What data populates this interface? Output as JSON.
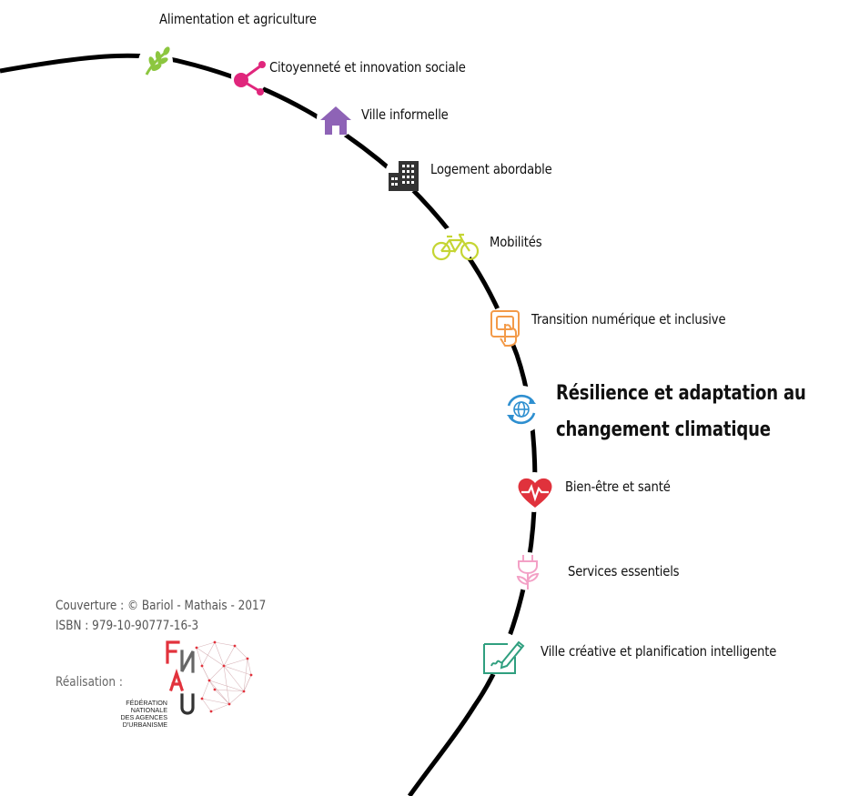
{
  "topics": [
    {
      "label": "Alimentation et agriculture",
      "icon": "sprout-icon",
      "color": "#8cc63f"
    },
    {
      "label": "Citoyenneté et innovation sociale",
      "icon": "share-network-icon",
      "color": "#e0267c"
    },
    {
      "label": "Ville informelle",
      "icon": "house-icon",
      "color": "#8e63b6"
    },
    {
      "label": "Logement abordable",
      "icon": "building-icon",
      "color": "#333333"
    },
    {
      "label": "Mobilités",
      "icon": "bicycle-icon",
      "color": "#c5d533"
    },
    {
      "label": "Transition numérique et inclusive",
      "icon": "touchscreen-icon",
      "color": "#f39a48"
    },
    {
      "label": "Résilience et adaptation au",
      "label2": "changement climatique",
      "icon": "globe-cycle-icon",
      "color": "#2e8fd0",
      "highlighted": true
    },
    {
      "label": "Bien-être et santé",
      "icon": "heart-pulse-icon",
      "color": "#e0323c"
    },
    {
      "label": "Services essentiels",
      "icon": "plug-icon",
      "color": "#f3a1c6"
    },
    {
      "label": "Ville créative et planification intelligente",
      "icon": "pen-board-icon",
      "color": "#2f9f7f"
    }
  ],
  "credits": {
    "cover": "Couverture : © Bariol - Mathais - 2017",
    "isbn": "ISBN : 979-10-90777-16-3",
    "realisation": "Réalisation :"
  },
  "logo": {
    "letters": "FNAU",
    "line1": "FÉDÉRATION",
    "line2": "NATIONALE",
    "line3": "DES AGENCES",
    "line4": "D'URBANISME",
    "red": "#e2323c"
  }
}
